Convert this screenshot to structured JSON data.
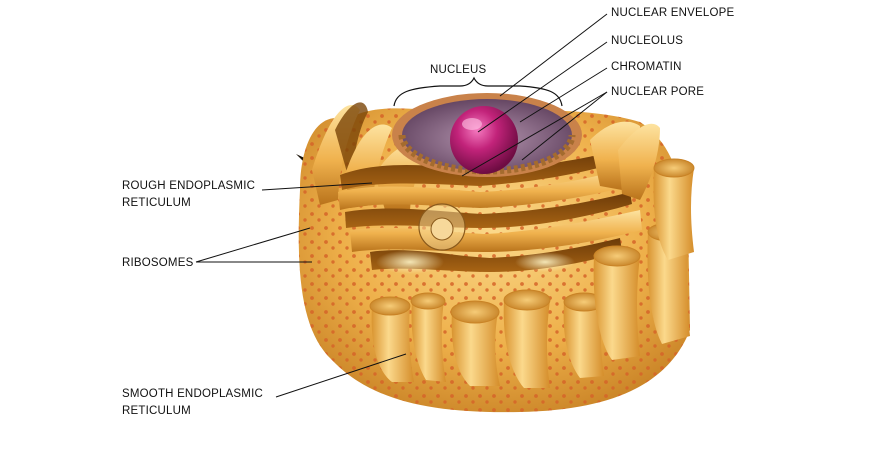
{
  "labels": {
    "nuclear_envelope": "NUCLEAR ENVELOPE",
    "nucleolus": "NUCLEOLUS",
    "chromatin": "CHROMATIN",
    "nuclear_pore": "NUCLEAR PORE",
    "nucleus": "NUCLEUS",
    "rough_er": [
      "ROUGH ENDOPLASMIC",
      "RETICULUM"
    ],
    "ribosomes": "RIBOSOMES",
    "smooth_er": [
      "SMOOTH ENDOPLASMIC",
      "RETICULUM"
    ]
  },
  "colors": {
    "background": "#ffffff",
    "er_light": "#f9d27a",
    "er_mid": "#e9a53a",
    "er_dark": "#b8741a",
    "ribosome": "#d9682a",
    "nucleus_inner": "#8a6a86",
    "nucleus_rim": "#c9824a",
    "nucleolus": "#c0237a",
    "leader_line": "#111111"
  }
}
